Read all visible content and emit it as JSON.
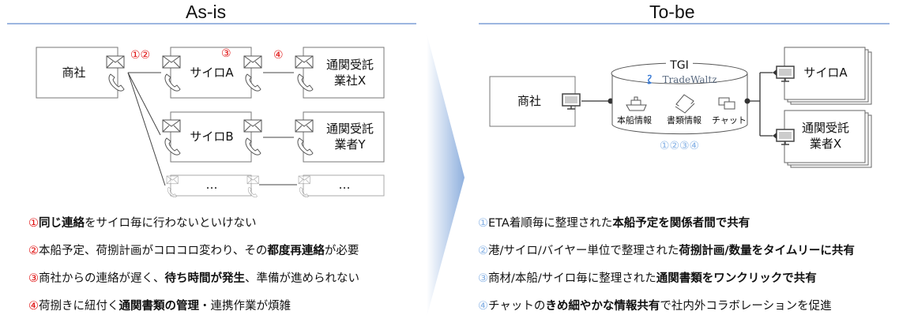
{
  "headers": {
    "as_is": "As-is",
    "to_be": "To-be"
  },
  "as_is": {
    "trading_company": "商社",
    "silo_a": "サイロA",
    "silo_b": "サイロB",
    "broker_x": "通関受託\n業社X",
    "broker_y": "通関受託\n業者Y",
    "ellipsis_1": "…",
    "ellipsis_2": "…",
    "marks": {
      "m12": "①②",
      "m3": "③",
      "m4": "④"
    },
    "issues": [
      [
        {
          "t": "①",
          "c": "num"
        },
        {
          "t": "同じ連絡",
          "b": true
        },
        {
          "t": "をサイロ毎に行わないといけない"
        }
      ],
      [
        {
          "t": "②",
          "c": "num"
        },
        {
          "t": "本船予定、荷捌計画がコロコロ変わり、その"
        },
        {
          "t": "都度再連絡",
          "b": true
        },
        {
          "t": "が必要"
        }
      ],
      [
        {
          "t": "③",
          "c": "num"
        },
        {
          "t": "商社からの連絡が遅く、"
        },
        {
          "t": "待ち時間が発生",
          "b": true
        },
        {
          "t": "、準備が進められない"
        }
      ],
      [
        {
          "t": "④",
          "c": "num"
        },
        {
          "t": "荷捌きに紐付く"
        },
        {
          "t": "通関書類の管理",
          "b": true
        },
        {
          "t": "・連携作業が煩雑"
        }
      ]
    ]
  },
  "to_be": {
    "trading_company": "商社",
    "platform": "TGI",
    "platform_logo": "TradeWaltz",
    "features": [
      "本船情報",
      "書類情報",
      "チャット"
    ],
    "marks": "①②③④",
    "silo_a": "サイロA",
    "broker_x": "通関受託\n業者X",
    "benefits": [
      [
        {
          "t": "①",
          "c": "num"
        },
        {
          "t": "ETA着順毎に整理された"
        },
        {
          "t": "本船予定を関係者間で共有",
          "b": true
        }
      ],
      [
        {
          "t": "②",
          "c": "num"
        },
        {
          "t": "港/サイロ/バイヤー単位で整理された"
        },
        {
          "t": "荷捌計画/数量をタイムリーに共有",
          "b": true
        }
      ],
      [
        {
          "t": "③",
          "c": "num"
        },
        {
          "t": "商材/本船/サイロ毎に整理された"
        },
        {
          "t": "通関書類をワンクリックで共有",
          "b": true
        }
      ],
      [
        {
          "t": "④",
          "c": "num"
        },
        {
          "t": "チャットの"
        },
        {
          "t": "きめ細やかな情報共有",
          "b": true
        },
        {
          "t": "で社内外コラボレーションを促進"
        }
      ]
    ]
  },
  "colors": {
    "accent_red": "#e01010",
    "accent_blue": "#8ab4e6",
    "rule": "#9db6e0",
    "arrow": "#8fb0de"
  }
}
